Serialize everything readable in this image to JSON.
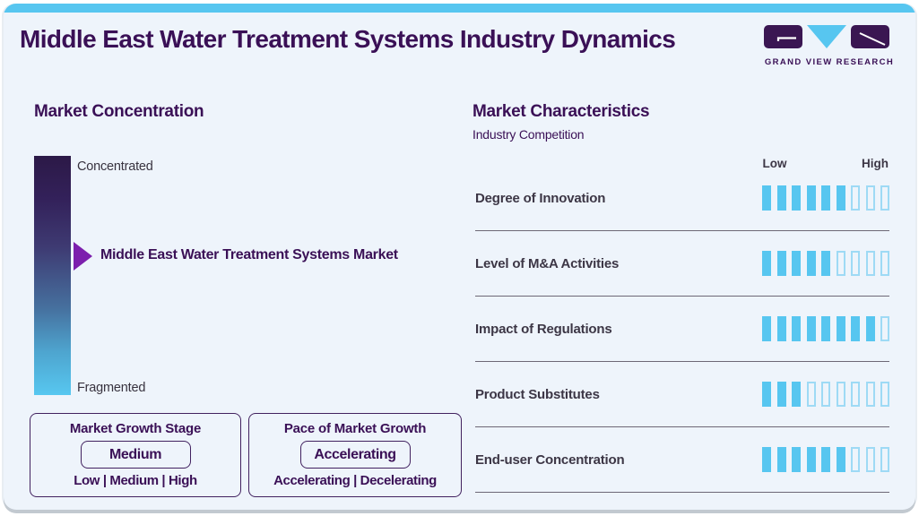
{
  "page": {
    "title": "Middle East Water Treatment Systems Industry Dynamics"
  },
  "logo": {
    "wordmark": "GRAND VIEW RESEARCH"
  },
  "market_concentration": {
    "heading": "Market Concentration",
    "scale_top": "Concentrated",
    "scale_bottom": "Fragmented",
    "marker_label": "Middle East Water Treatment Systems Market"
  },
  "growth_boxes": [
    {
      "title": "Market Growth Stage",
      "selected": "Medium",
      "options": "Low | Medium | High"
    },
    {
      "title": "Pace of Market Growth",
      "selected": "Accelerating",
      "options": "Accelerating | Decelerating"
    }
  ],
  "market_characteristics": {
    "heading": "Market Characteristics",
    "subheading": "Industry Competition",
    "scale_low": "Low",
    "scale_high": "High",
    "rows": [
      {
        "label": "Degree of Innovation",
        "filled": 6,
        "total": 9
      },
      {
        "label": "Level of M&A Activities",
        "filled": 5,
        "total": 9
      },
      {
        "label": "Impact of Regulations",
        "filled": 8,
        "total": 9
      },
      {
        "label": "Product Substitutes",
        "filled": 3,
        "total": 9
      },
      {
        "label": "End-user Concentration",
        "filled": 6,
        "total": 9
      }
    ]
  },
  "colors": {
    "accent-cyan": "#57c6f0",
    "purple-dark": "#3a1056",
    "arrow-purple": "#7c1fad",
    "slate-text": "#3c3645",
    "card-bg": "#eef4fb",
    "divider": "#6d6876",
    "segment-empty-border": "#9edaf5",
    "gradient-top": "#2c1947",
    "gradient-bottom": "#57c7f0"
  },
  "chart_data": {
    "type": "bar",
    "title": "Middle East Water Treatment Systems Industry Dynamics",
    "subtitle": "Industry Competition",
    "categories": [
      "Degree of Innovation",
      "Level of M&A Activities",
      "Impact of Regulations",
      "Product Substitutes",
      "End-user Concentration"
    ],
    "values": [
      6,
      5,
      8,
      3,
      6
    ],
    "value_scale": {
      "min": 0,
      "max": 9,
      "low_label": "Low",
      "high_label": "High"
    },
    "market_concentration": {
      "scale": [
        "Concentrated",
        "Fragmented"
      ],
      "marker": "Middle East Water Treatment Systems Market",
      "marker_position": "between Concentrated and Fragmented, nearer middle-upper"
    },
    "market_growth_stage": {
      "selected": "Medium",
      "options": [
        "Low",
        "Medium",
        "High"
      ]
    },
    "pace_of_market_growth": {
      "selected": "Accelerating",
      "options": [
        "Accelerating",
        "Decelerating"
      ]
    }
  }
}
